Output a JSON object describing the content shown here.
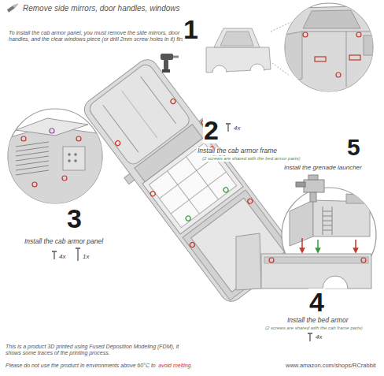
{
  "diagram": {
    "labels": [
      "Remove side mirrors, door handles, windows",
      "To install the cab armor panel, you must remove the side mirrors, door handles, and the clear windows piece (or drill 2mm screw holes in it) first.",
      "1",
      "2",
      "4x",
      "Install the cab armor frame",
      "(2 screws are shared with the bed armor parts)",
      "5",
      "Install the grenade launcher",
      "3",
      "Install the cab armor panel",
      "4x",
      "1x",
      "4",
      "Install the bed armor",
      "(2 screws are shared with the cab frame parts)",
      "4x",
      "This is a product 3D printed using Fused Deposition Modeling (FDM), it shows some traces of the printing process.",
      "Please do not use the product in environments above 60°C to",
      "avoid melting.",
      "www.amazon.com/shops/RCrabbit"
    ]
  }
}
